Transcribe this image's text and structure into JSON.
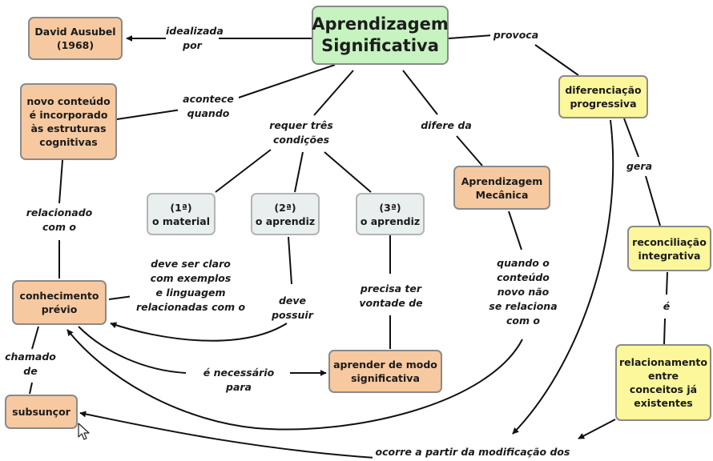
{
  "nodes": {
    "central": "Aprendizagem\nSignificativa",
    "david": "David Ausubel\n(1968)",
    "novo": "novo conteúdo\né incorporado\nàs estruturas\ncognitivas",
    "cond1": "(1ª)\no material",
    "cond2": "(2ª)\no aprendiz",
    "cond3": "(3ª)\no aprendiz",
    "mecanica": "Aprendizagem\nMecânica",
    "diferenciacao": "diferenciação\nprogressiva",
    "reconciliacao": "reconciliação\nintegrativa",
    "relacionamento": "relacionamento\nentre\nconceitos já\nexistentes",
    "conhecimento": "conhecimento\nprévio",
    "subsuncor": "subsunçor",
    "aprender": "aprender de modo\nsignificativa"
  },
  "labels": {
    "idealizada": "idealizada\npor",
    "provoca": "provoca",
    "acontece": "acontece\nquando",
    "requer": "requer três\ncondições",
    "difere": "difere da",
    "gera": "gera",
    "relacionado": "relacionado\ncom o",
    "deve_ser": "deve ser claro\ncom exemplos\ne linguagem\nrelacionadas com o",
    "deve_possuir": "deve\npossuir",
    "precisa": "precisa ter\nvontade de",
    "quando_o": "quando o\nconteúdo\nnovo não\nse relaciona\ncom o",
    "e": "é",
    "chamado": "chamado\nde",
    "necessario": "é necessário para",
    "ocorre": "ocorre a partir da modificação dos"
  },
  "colors": {
    "central_fill": "#c6f3c0",
    "concept_fill": "#f7c9a0",
    "yellow_fill": "#fbf79a",
    "condition_fill": "#e8efee",
    "line": "#111111"
  },
  "icons": {
    "cursor": "mouse-pointer-icon"
  }
}
